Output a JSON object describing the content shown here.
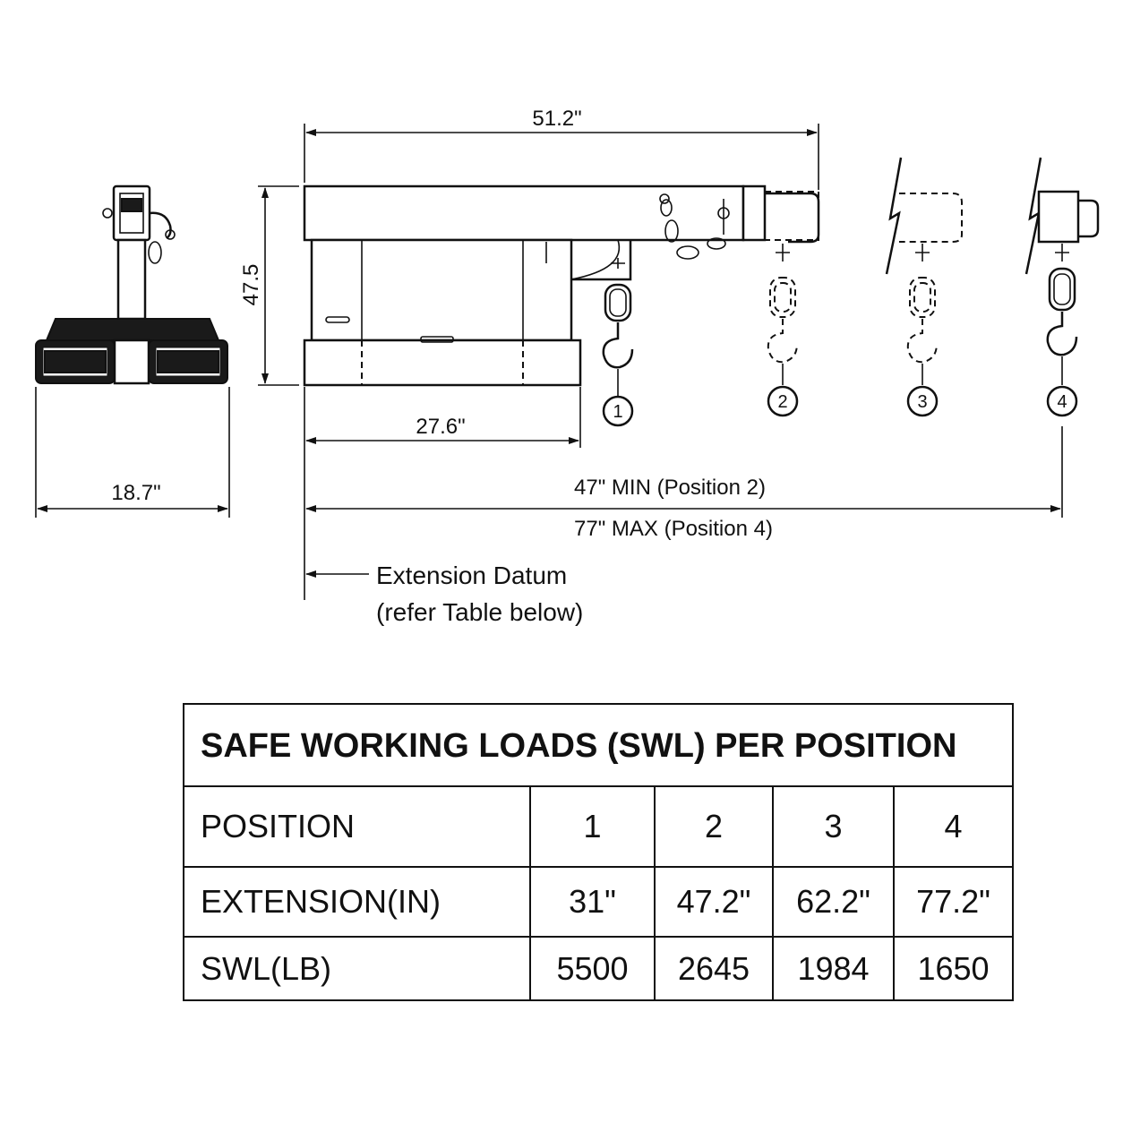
{
  "dimensions": {
    "overall_length": "51.2\"",
    "height": "47.5",
    "base_length": "27.6\"",
    "width": "18.7\"",
    "min_extension": "47\" MIN (Position 2)",
    "max_extension": "77\" MAX (Position 4)"
  },
  "datum_note": {
    "line1": "Extension Datum",
    "line2": "(refer Table below)"
  },
  "positions": [
    "1",
    "2",
    "3",
    "4"
  ],
  "table": {
    "title": "SAFE WORKING LOADS (SWL) PER POSITION",
    "rows": [
      {
        "label": "POSITION",
        "values": [
          "1",
          "2",
          "3",
          "4"
        ]
      },
      {
        "label": "EXTENSION(IN)",
        "values": [
          "31\"",
          "47.2\"",
          "62.2\"",
          "77.2\""
        ]
      },
      {
        "label": "SWL(LB)",
        "values": [
          "5500",
          "2645",
          "1984",
          "1650"
        ]
      }
    ]
  }
}
